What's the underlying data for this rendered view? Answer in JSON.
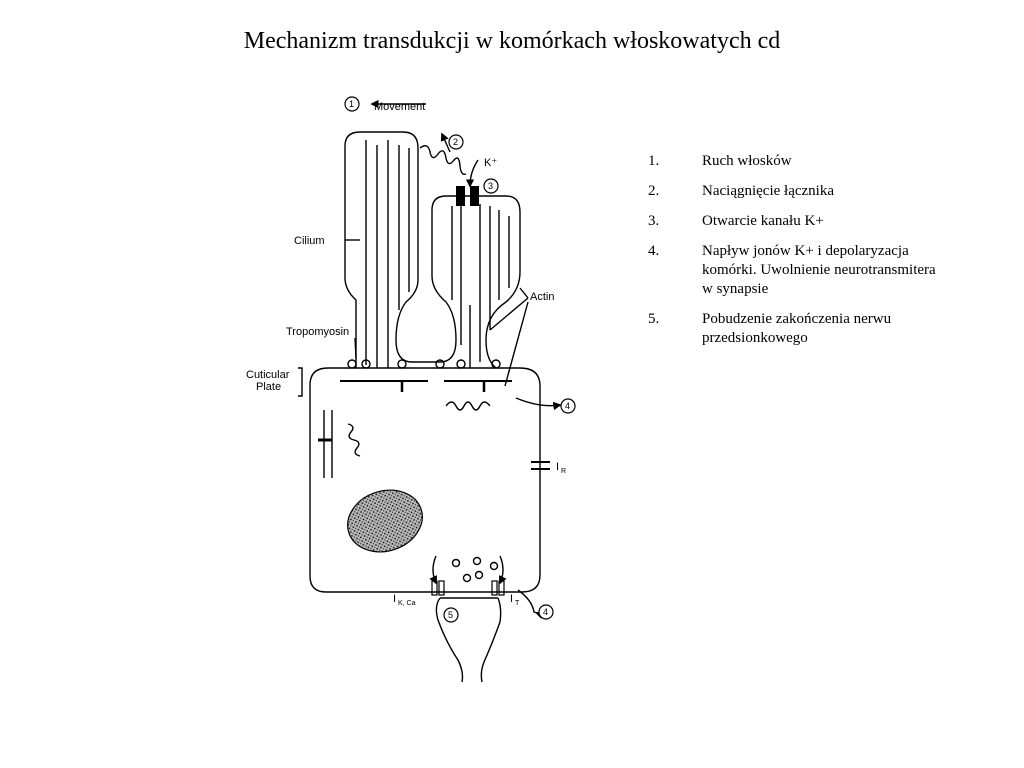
{
  "title": "Mechanizm transdukcji w komórkach włoskowatych cd",
  "diagram": {
    "labels": {
      "movement": "Movement",
      "k_plus": "K⁺",
      "cilium": "Cilium",
      "actin": "Actin",
      "tropomyosin": "Tropomyosin",
      "cuticular_1": "Cuticular",
      "cuticular_2": "Plate",
      "i_main": "I",
      "i_r_sub": "R",
      "i_k_sub": "K, Ca",
      "i_t_sub": "T"
    },
    "markers": [
      "1",
      "2",
      "3",
      "4",
      "4",
      "5"
    ]
  },
  "steps": [
    {
      "num": "1.",
      "text": "Ruch włosków"
    },
    {
      "num": "2.",
      "text": "Naciągnięcie łącznika"
    },
    {
      "num": "3.",
      "text": "Otwarcie kanału K+"
    },
    {
      "num": "4.",
      "text": "Napływ jonów K+ i depolaryzacja komórki. Uwolnienie neurotransmitera w synapsie"
    },
    {
      "num": "5.",
      "text": "Pobudzenie zakończenia nerwu przedsionkowego"
    }
  ]
}
